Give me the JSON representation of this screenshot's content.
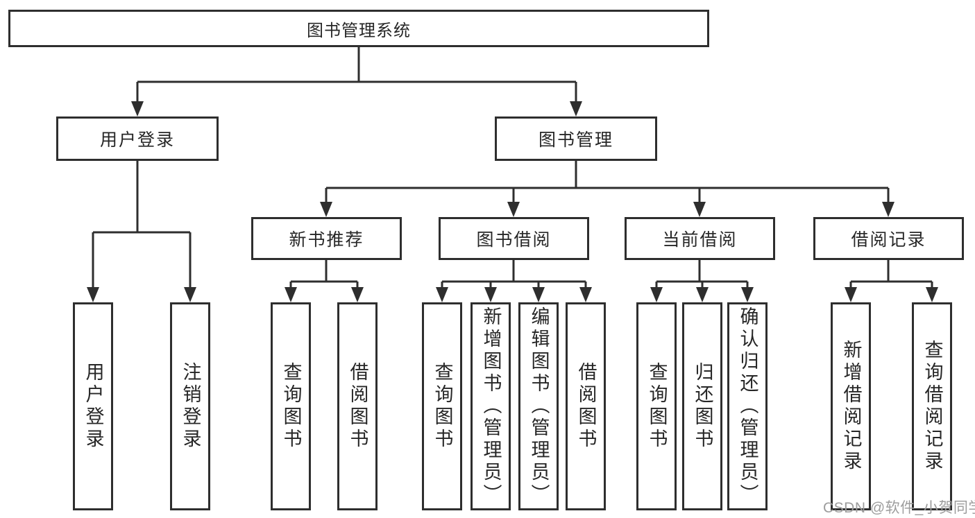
{
  "diagram": {
    "root": {
      "label": "图书管理系统"
    },
    "level2": [
      {
        "id": "user_login",
        "label": "用户登录"
      },
      {
        "id": "book_management",
        "label": "图书管理"
      }
    ],
    "level3": [
      {
        "id": "new_book_recommend",
        "label": "新书推荐"
      },
      {
        "id": "book_borrowing",
        "label": "图书借阅"
      },
      {
        "id": "current_borrowing",
        "label": "当前借阅"
      },
      {
        "id": "borrowing_records",
        "label": "借阅记录"
      }
    ],
    "leaves": {
      "user_login": [
        {
          "label": "用户登录"
        },
        {
          "label": "注销登录"
        }
      ],
      "new_book_recommend": [
        {
          "label": "查询图书"
        },
        {
          "label": "借阅图书"
        }
      ],
      "book_borrowing": [
        {
          "label": "查询图书"
        },
        {
          "label": "新增图书（管理员）"
        },
        {
          "label": "编辑图书（管理员）"
        },
        {
          "label": "借阅图书"
        }
      ],
      "current_borrowing": [
        {
          "label": "查询图书"
        },
        {
          "label": "归还图书"
        },
        {
          "label": "确认归还（管理员）"
        }
      ],
      "borrowing_records": [
        {
          "label": "新增借阅记录"
        },
        {
          "label": "查询借阅记录"
        }
      ]
    },
    "colors": {
      "line": "#2e2e2e",
      "text": "#262626",
      "watermark": "#9d9d9d",
      "background": "#ffffff"
    }
  },
  "watermark": {
    "text": "CSDN @软件_小贺同学"
  }
}
